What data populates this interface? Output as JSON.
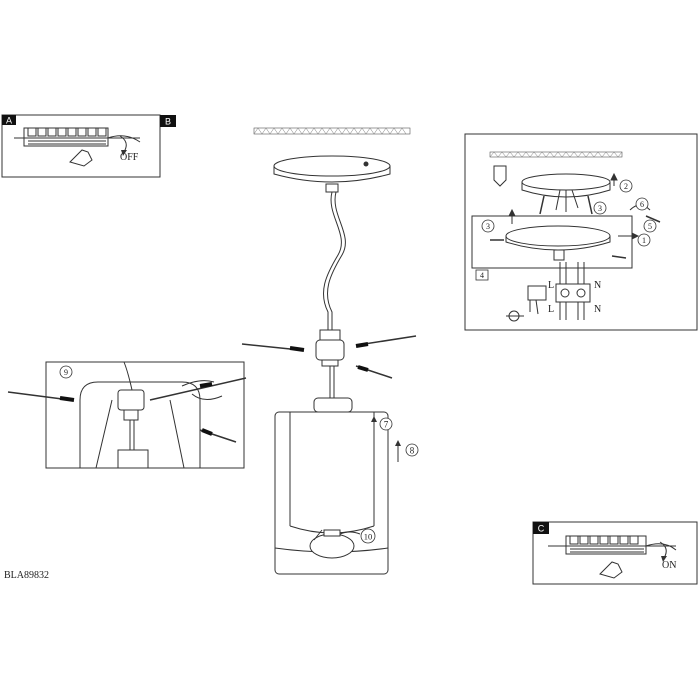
{
  "panels": {
    "a": {
      "letter": "A",
      "switch_label": "OFF"
    },
    "b": {
      "letter": "B"
    },
    "c": {
      "letter": "C",
      "switch_label": "ON"
    }
  },
  "mount_detail": {
    "steps": [
      "2",
      "3",
      "6",
      "5",
      "1",
      "3"
    ],
    "wiring": {
      "step": "4",
      "live": "L",
      "neutral": "N"
    }
  },
  "assembly": {
    "step_9": "9",
    "step_7": "7",
    "step_8": "8",
    "step_10": "10"
  },
  "model_code": "BLA89832"
}
